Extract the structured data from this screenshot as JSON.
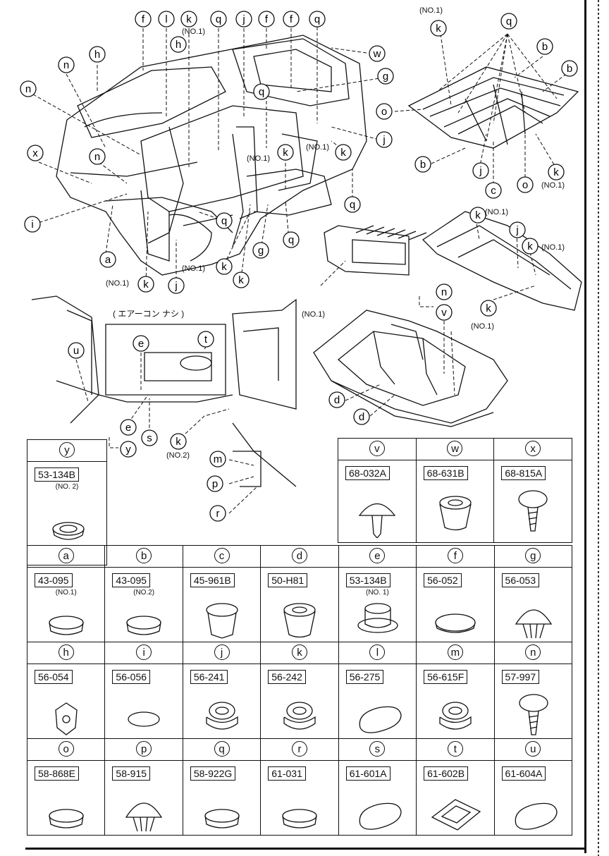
{
  "callouts": {
    "top_left": [
      "f",
      "l",
      "k",
      "q",
      "j",
      "f",
      "f",
      "q",
      "h",
      "h",
      "n",
      "w",
      "n",
      "g",
      "q",
      "x",
      "n",
      "j",
      "k",
      "k",
      "q",
      "i",
      "q",
      "a",
      "k",
      "g",
      "k",
      "j",
      "k",
      "q",
      "q"
    ],
    "top_right": [
      "k",
      "q",
      "b",
      "b",
      "o",
      "b",
      "j",
      "c",
      "o",
      "k",
      "k",
      "j",
      "k",
      "k",
      "n",
      "v",
      "d",
      "d"
    ],
    "interior": [
      "u",
      "e",
      "t",
      "e",
      "y",
      "s",
      "k",
      "m",
      "p",
      "r"
    ]
  },
  "notes": {
    "no1_a": "(NO.1)",
    "no1_b": "(NO.1)",
    "no1_c": "(NO.1)",
    "no1_d": "(NO.1)",
    "no1_e": "(NO.1)",
    "no1_f": "(NO.1)",
    "no1_g": "(NO.1)",
    "no1_h": "(NO.1)",
    "no1_i": "(NO.1)",
    "no1_j": "(NO.1)",
    "no2_a": "(NO.2)",
    "aircon": "( エアーコン ナシ )"
  },
  "parts_top": [
    {
      "letter": "y",
      "number": "53-134B",
      "sub": "(NO. 2)"
    }
  ],
  "parts_top_right": [
    {
      "letter": "v",
      "number": "68-032A",
      "sub": ""
    },
    {
      "letter": "w",
      "number": "68-631B",
      "sub": ""
    },
    {
      "letter": "x",
      "number": "68-815A",
      "sub": ""
    }
  ],
  "parts_rows": [
    [
      {
        "letter": "a",
        "number": "43-095",
        "sub": "(NO.1)"
      },
      {
        "letter": "b",
        "number": "43-095",
        "sub": "(NO.2)"
      },
      {
        "letter": "c",
        "number": "45-961B",
        "sub": ""
      },
      {
        "letter": "d",
        "number": "50-H81",
        "sub": ""
      },
      {
        "letter": "e",
        "number": "53-134B",
        "sub": "(NO. 1)"
      },
      {
        "letter": "f",
        "number": "56-052",
        "sub": ""
      },
      {
        "letter": "g",
        "number": "56-053",
        "sub": ""
      }
    ],
    [
      {
        "letter": "h",
        "number": "56-054",
        "sub": ""
      },
      {
        "letter": "i",
        "number": "56-056",
        "sub": ""
      },
      {
        "letter": "j",
        "number": "56-241",
        "sub": ""
      },
      {
        "letter": "k",
        "number": "56-242",
        "sub": ""
      },
      {
        "letter": "l",
        "number": "56-275",
        "sub": ""
      },
      {
        "letter": "m",
        "number": "56-615F",
        "sub": ""
      },
      {
        "letter": "n",
        "number": "57-997",
        "sub": ""
      }
    ],
    [
      {
        "letter": "o",
        "number": "58-868E",
        "sub": ""
      },
      {
        "letter": "p",
        "number": "58-915",
        "sub": ""
      },
      {
        "letter": "q",
        "number": "58-922G",
        "sub": ""
      },
      {
        "letter": "r",
        "number": "61-031",
        "sub": ""
      },
      {
        "letter": "s",
        "number": "61-601A",
        "sub": ""
      },
      {
        "letter": "t",
        "number": "61-602B",
        "sub": ""
      },
      {
        "letter": "u",
        "number": "61-604A",
        "sub": ""
      }
    ]
  ]
}
